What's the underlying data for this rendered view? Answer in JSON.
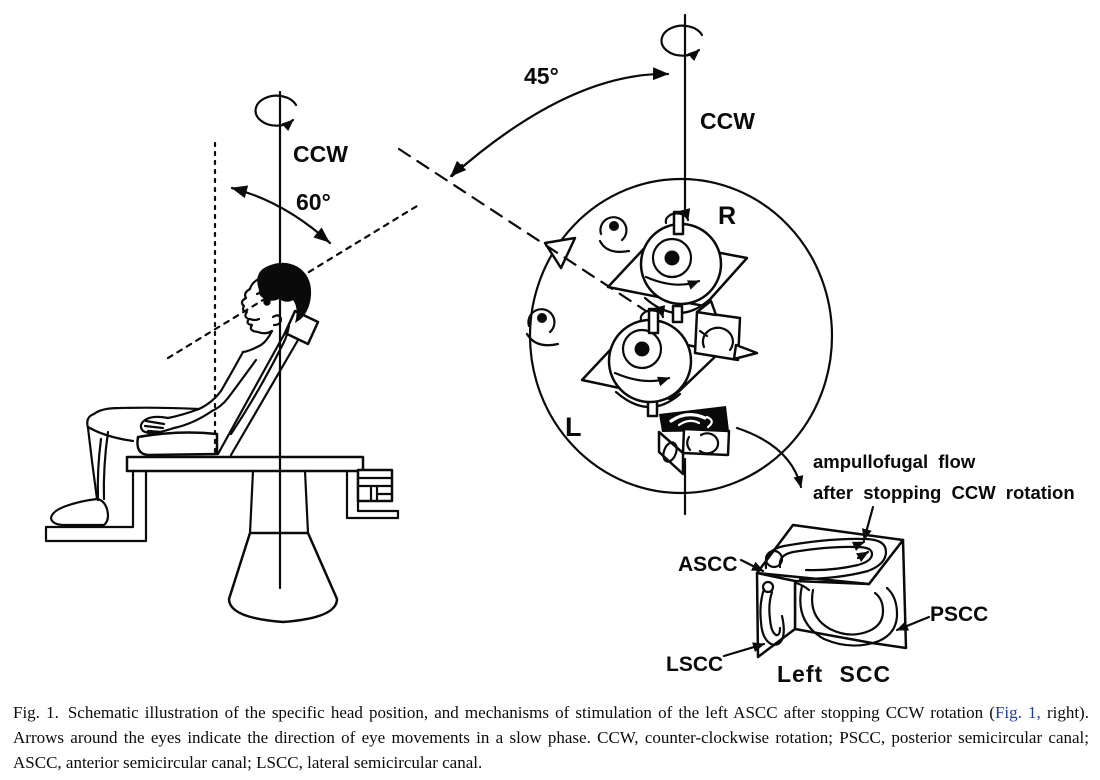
{
  "figure": {
    "left_panel": {
      "rotation_label": "CCW",
      "tilt_angle_label": "60°"
    },
    "right_panel": {
      "rotation_label": "CCW",
      "offset_angle_label": "45°",
      "right_label": "R",
      "left_label": "L",
      "flow_note_line1": "ampullofugal flow",
      "flow_note_line2": "after stopping CCW rotation",
      "inset": {
        "ascc_label": "ASCC",
        "pscc_label": "PSCC",
        "lscc_label": "LSCC",
        "title": "Left SCC"
      }
    }
  },
  "caption": {
    "figure_label": "Fig. 1.",
    "text_before_link": "Schematic illustration of the specific head position, and mechanisms of stimulation of the left ASCC after stopping CCW rotation (",
    "link_text": "Fig. 1,",
    "text_after_link": " right). Arrows around the eyes indicate the direction of eye movements in a slow phase. CCW, counter-clockwise rotation; PSCC, posterior semicircular canal; ASCC, anterior semicircular canal; LSCC, lateral semicircular canal."
  },
  "colors": {
    "ink": "#0a0a0a",
    "background": "#ffffff",
    "link": "#2239a0"
  }
}
